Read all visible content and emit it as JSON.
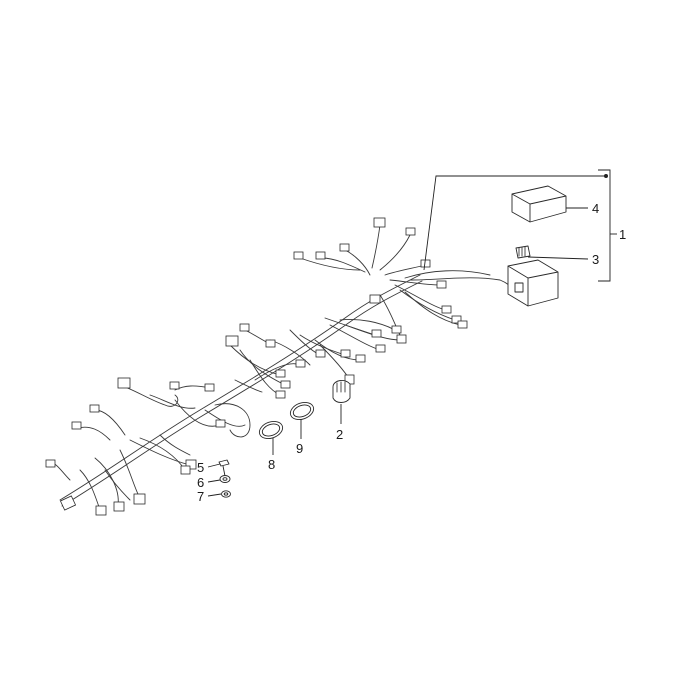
{
  "diagram": {
    "callouts": {
      "p1": "1",
      "p2": "2",
      "p3": "3",
      "p4": "4",
      "p5": "5",
      "p6": "6",
      "p7": "7",
      "p8": "8",
      "p9": "9"
    }
  }
}
